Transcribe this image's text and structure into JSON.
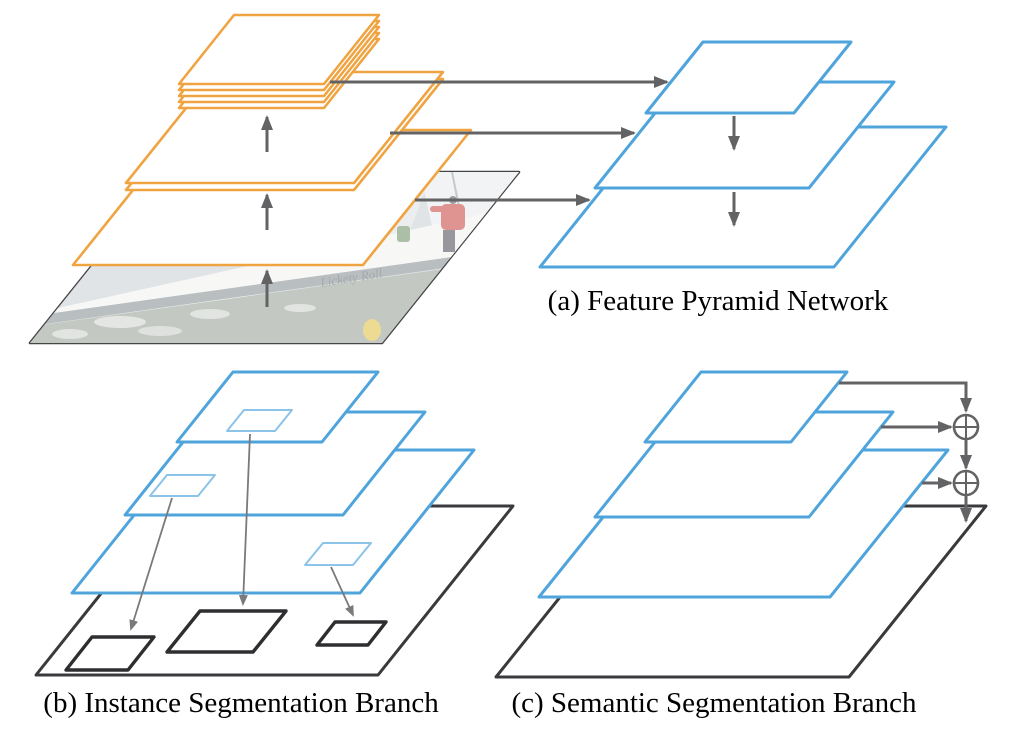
{
  "colors": {
    "backbone_orange": "#F0A441",
    "fpn_blue": "#4FA4DC",
    "roi_blue": "#8CC3E8",
    "arrow_gray": "#636365",
    "thin_arrow_gray": "#7A7A7C",
    "dark_layer": "#3A3A3C",
    "box_black": "#2E2E30",
    "photo_border": "#454547",
    "label_black": "#000000"
  },
  "panels": {
    "a": {
      "label": "(a) Feature Pyramid Network",
      "bottom_up_sheets_per_level": [
        1,
        2,
        5
      ],
      "top_down_levels": 3,
      "lateral_arrows": 3,
      "upsample_arrows": 3,
      "topdown_arrows": 2,
      "input_image": "sailboat photo"
    },
    "b": {
      "label": "(b) Instance Segmentation Branch",
      "pyramid_levels": 3,
      "roi_boxes": 3,
      "output_boxes": 3
    },
    "c": {
      "label": "(c) Semantic Segmentation Branch",
      "pyramid_levels": 3,
      "sum_nodes": 2
    }
  },
  "photo": {
    "hull_text": "Lickety Roll"
  }
}
